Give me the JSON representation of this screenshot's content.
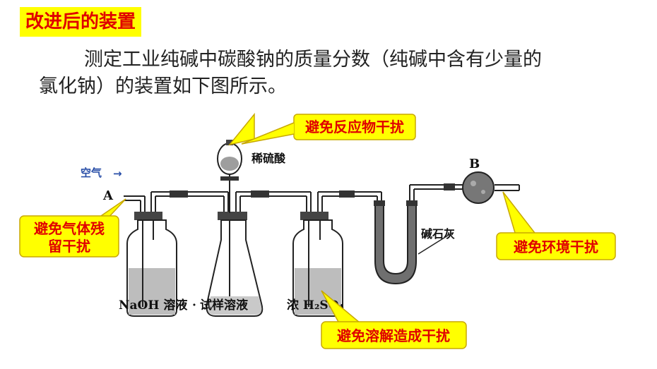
{
  "title": "改进后的装置",
  "paragraph": {
    "line1": "测定工业纯碱中碳酸钠的质量分数（纯碱中含有少量的",
    "line2": "氯化钠）的装置如下图所示。"
  },
  "callouts": {
    "reactant": "避免反应物干扰",
    "residual_line1": "避免气体残",
    "residual_line2": "留干扰",
    "environment": "避免环境干扰",
    "dissolve": "避免溶解造成干扰"
  },
  "diagram_labels": {
    "air": "空气",
    "air_arrow": "→",
    "point_a": "A",
    "point_b": "B",
    "dilute_acid": "稀硫酸",
    "soda_lime": "碱石灰",
    "bottle1": "NaOH 溶液",
    "separator": "·",
    "flask": "试样溶液",
    "bottle3": "浓 H₂SO₄"
  },
  "colors": {
    "callout_fill": "#ffff00",
    "callout_text": "#e00000",
    "title_bg": "#ffff00"
  }
}
